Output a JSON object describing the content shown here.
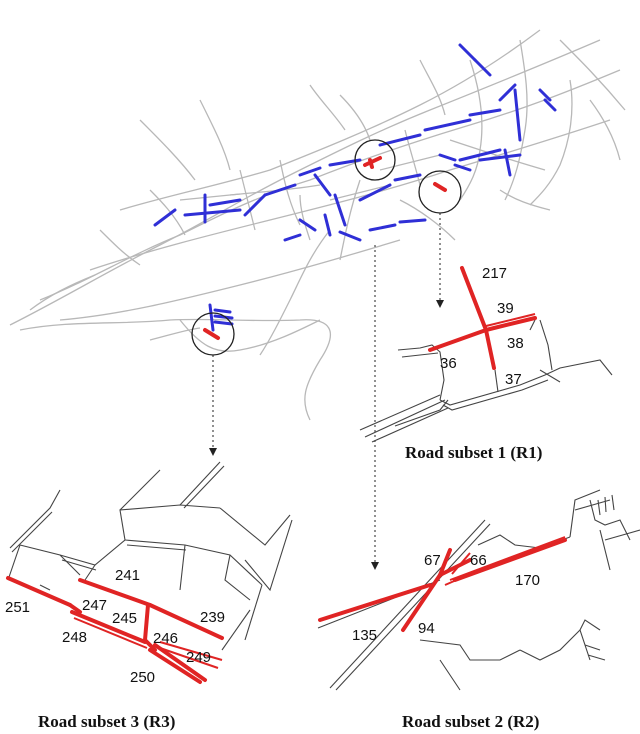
{
  "colors": {
    "network": "#b8b8b8",
    "highlighted_roads": "#2f2fd6",
    "selected_subset": "#e02424",
    "detail_roads": "#444444"
  },
  "subsets": {
    "r1": {
      "caption": "Road subset 1 (R1)",
      "labels": [
        "217",
        "39",
        "38",
        "36",
        "37"
      ]
    },
    "r2": {
      "caption": "Road subset 2 (R2)",
      "labels": [
        "67",
        "66",
        "170",
        "135",
        "94"
      ]
    },
    "r3": {
      "caption": "Road subset 3 (R3)",
      "labels": [
        "241",
        "251",
        "247",
        "245",
        "239",
        "248",
        "246",
        "249",
        "250"
      ]
    }
  }
}
